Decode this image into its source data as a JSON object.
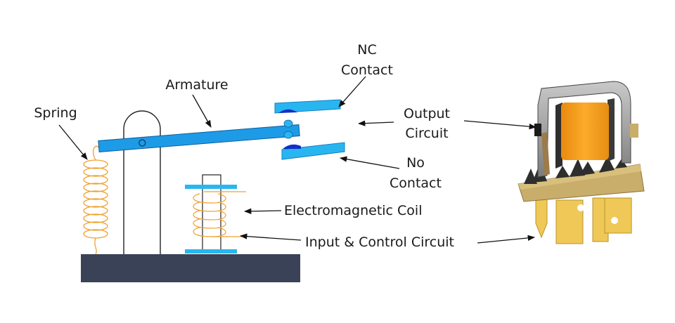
{
  "labels": {
    "spring": "Spring",
    "armature": "Armature",
    "nc_contact_line1": "NC",
    "nc_contact_line2": "Contact",
    "output_circuit_line1": "Output",
    "output_circuit_line2": "Circuit",
    "no_contact_line1": "No",
    "no_contact_line2": "Contact",
    "electromagnetic_coil": "Electromagnetic Coil",
    "input_control_circuit": "Input & Control Circuit"
  },
  "colors": {
    "base": "#3a4257",
    "armature": "#1e9be6",
    "contact_blue": "#29b6f0",
    "contact_knob": "#1030c8",
    "coil_wire": "#f0a030",
    "relay_body": "#f7a020",
    "relay_base": "#c9ad6a",
    "relay_pins": "#f0c858",
    "relay_frame": "#8a8a8a"
  }
}
